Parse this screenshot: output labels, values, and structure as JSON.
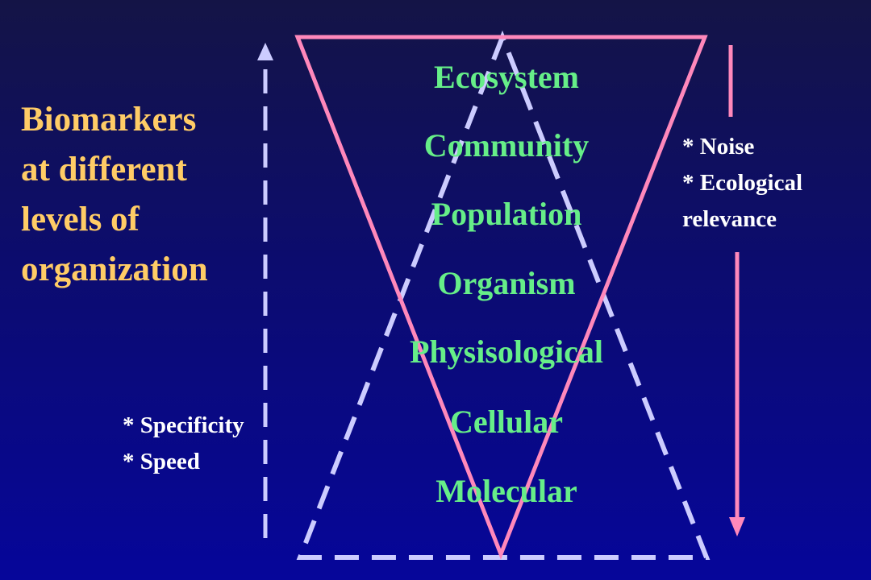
{
  "title_lines": [
    "Biomarkers",
    "at different",
    "levels of",
    "organization"
  ],
  "levels": [
    "Ecosystem",
    "Community",
    "Population",
    "Organism",
    "Physisological",
    "Cellular",
    "Molecular"
  ],
  "right_note": [
    "* Noise",
    "* Ecological",
    "relevance"
  ],
  "left_note": [
    "* Specificity",
    "* Speed"
  ],
  "colors": {
    "title": "#ffcc66",
    "levels": "#66ee88",
    "inverted_triangle": "#ff88bb",
    "upright_triangle": "#ccccff",
    "right_arrow": "#ff88bb",
    "left_arrow": "#ccccff",
    "notes": "#ffffff"
  }
}
